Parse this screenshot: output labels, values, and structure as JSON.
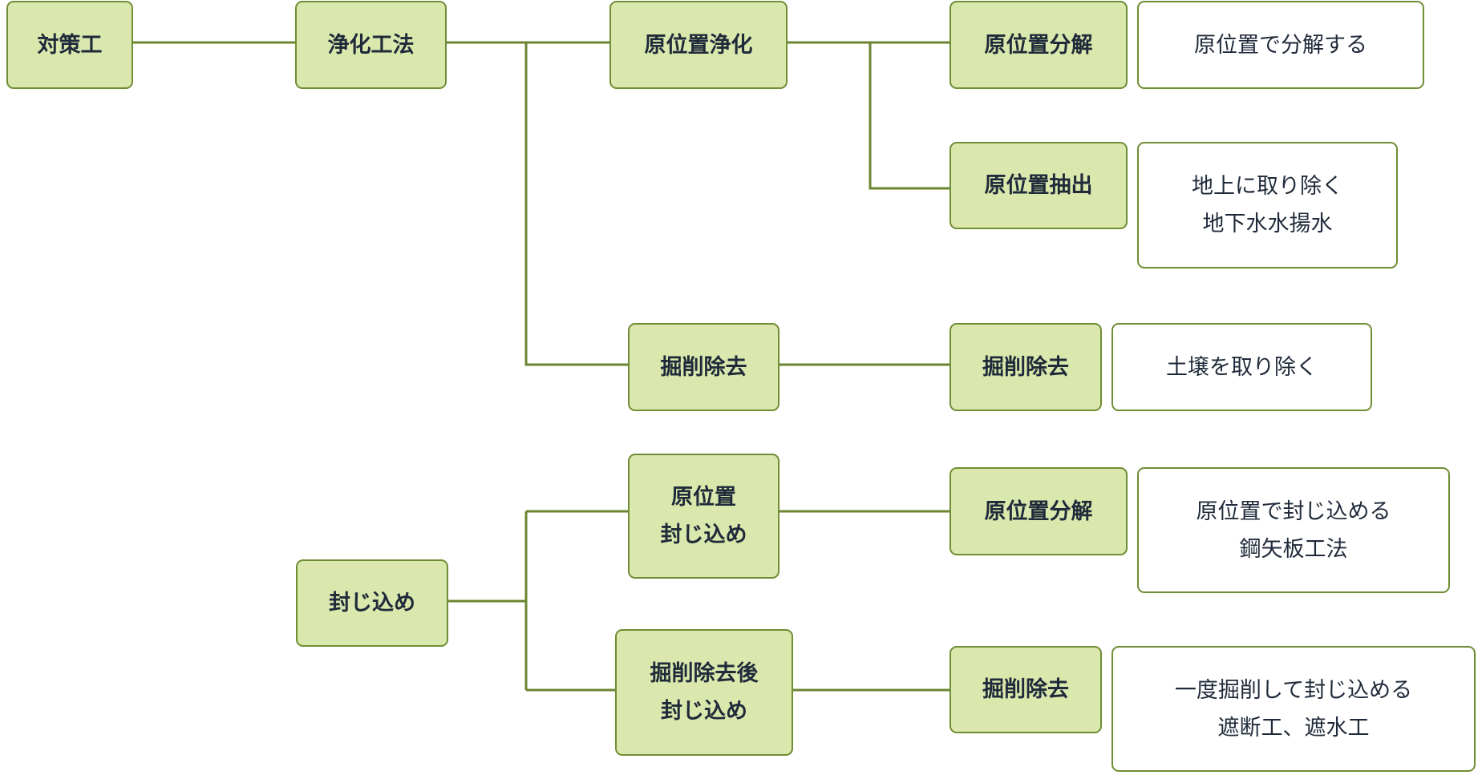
{
  "colors": {
    "node_fill": "#dbe8ad",
    "border": "#6f8d34",
    "line": "#6b8530",
    "text": "#1f2a3a"
  },
  "nodes": {
    "root": "対策工",
    "purify": "浄化工法",
    "insitu_purify": "原位置浄化",
    "insitu_decomp1": "原位置分解",
    "insitu_decomp1_desc": "原位置で分解する",
    "insitu_extract": "原位置抽出",
    "insitu_extract_desc": [
      "地上に取り除く",
      "地下水水揚水"
    ],
    "excavate_mid": "掘削除去",
    "excavate_right": "掘削除去",
    "excavate_desc": "土壌を取り除く",
    "contain": "封じ込め",
    "insitu_contain": [
      "原位置",
      "封じ込め"
    ],
    "insitu_decomp2": "原位置分解",
    "insitu_decomp2_desc": [
      "原位置で封じ込める",
      "鋼矢板工法"
    ],
    "post_excavate_contain": [
      "掘削除去後",
      "封じ込め"
    ],
    "excavate_right2": "掘削除去",
    "excavate_right2_desc": [
      "一度掘削して封じ込める",
      "遮断工、遮水工"
    ]
  }
}
